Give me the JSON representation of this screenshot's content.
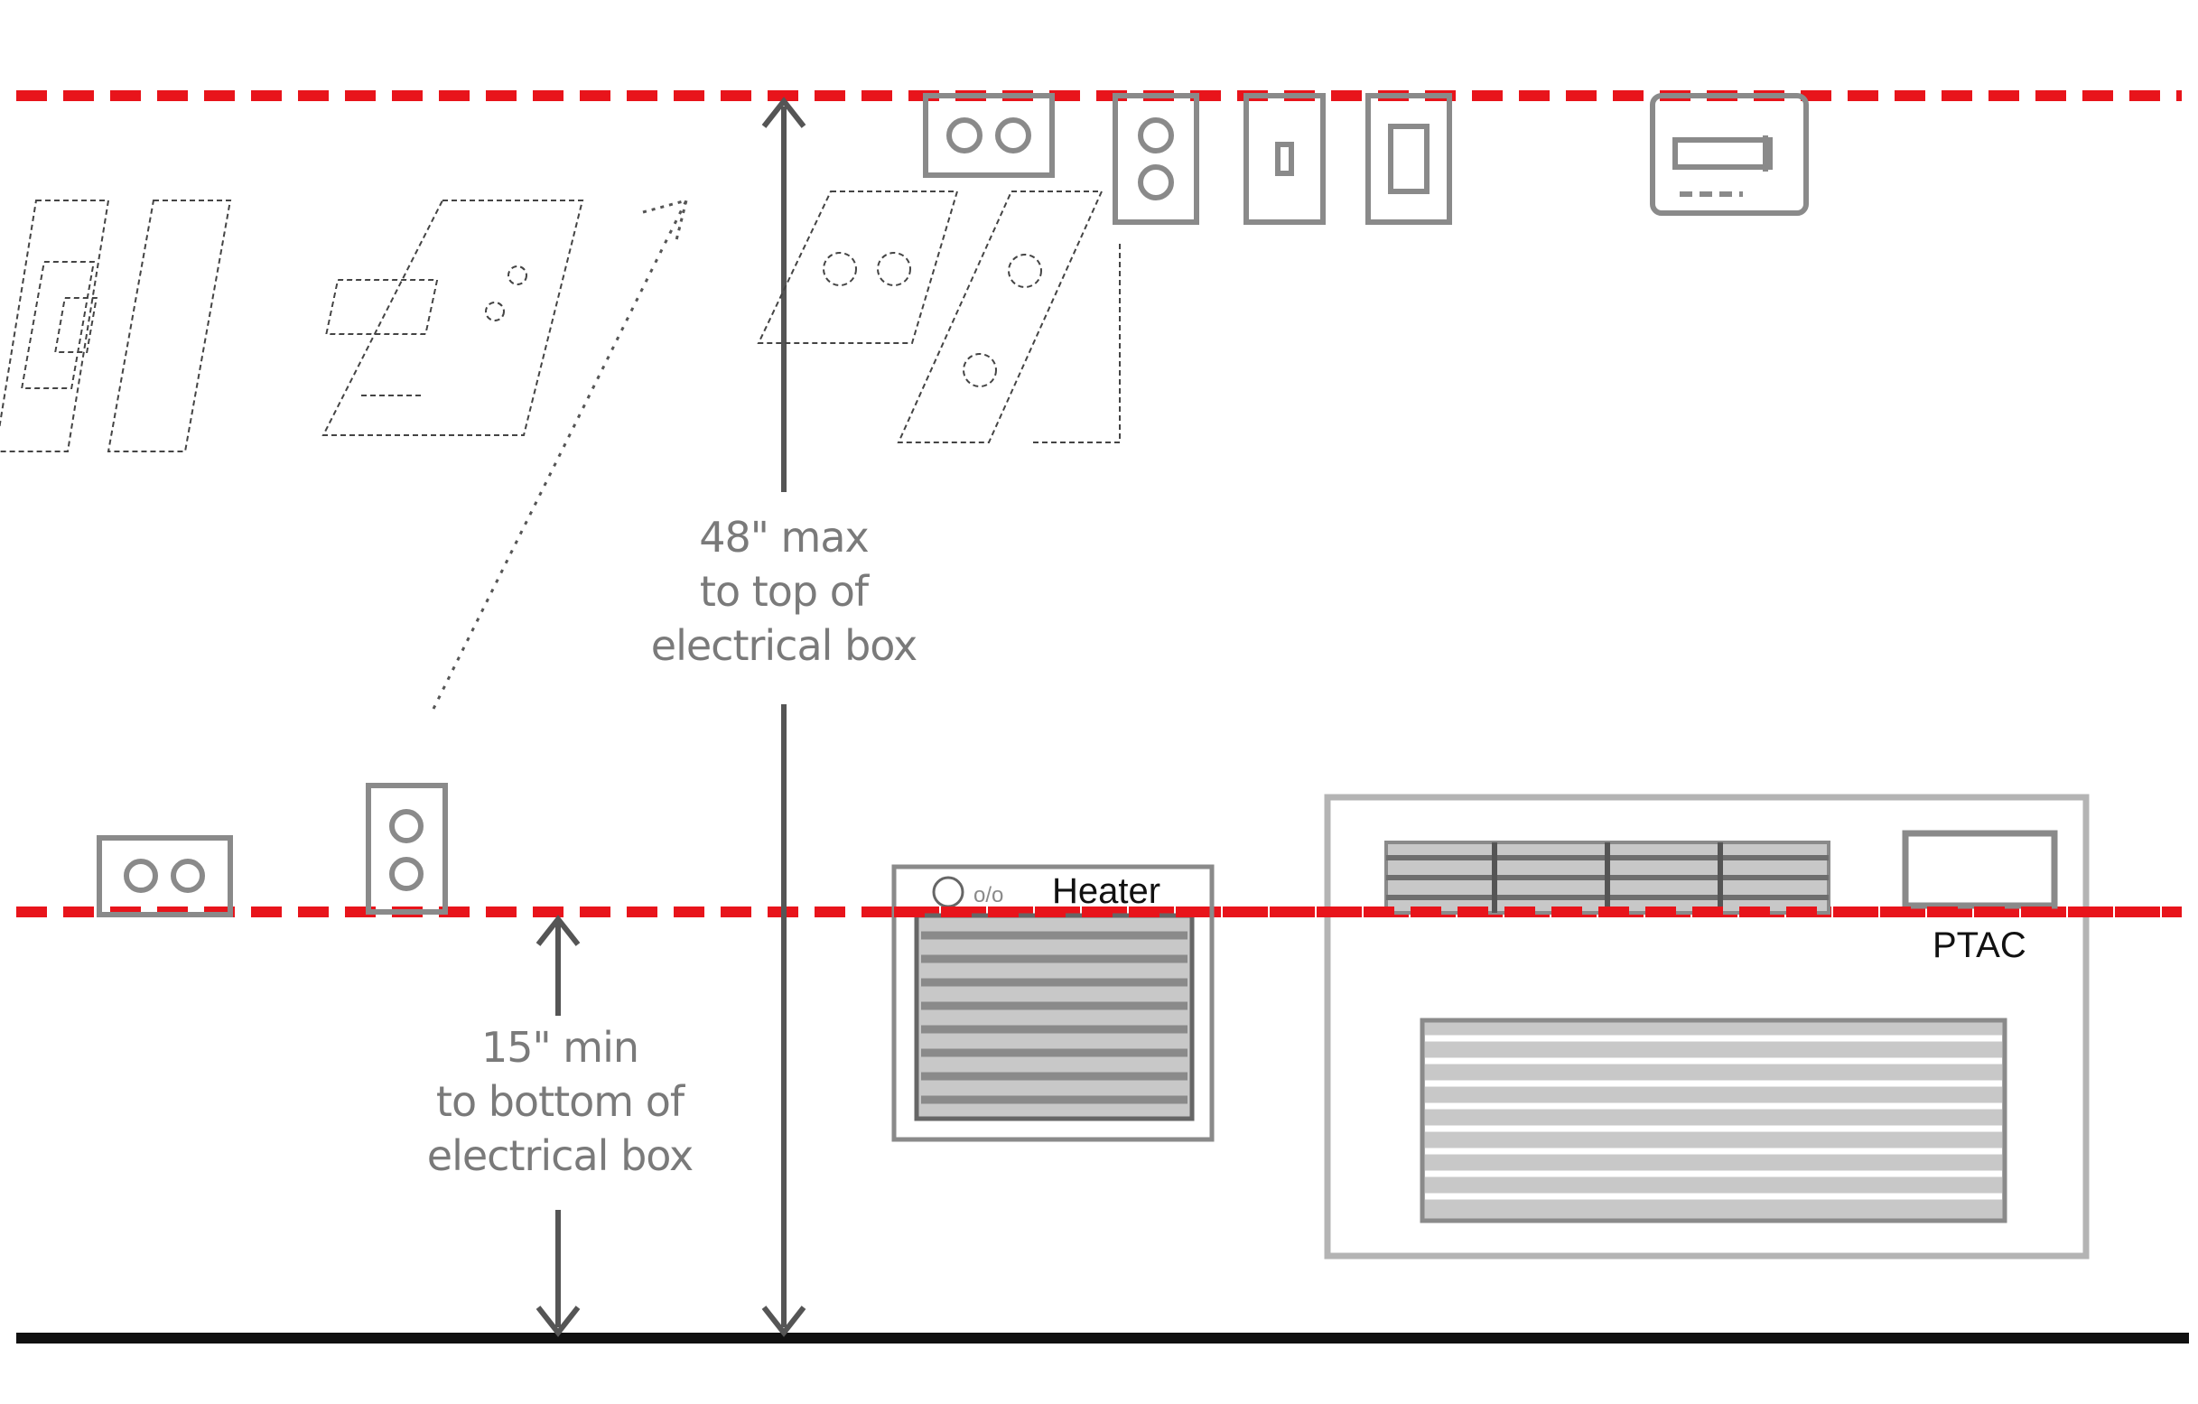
{
  "diagram": {
    "max_label": [
      "48\" max",
      "to top of",
      "electrical box"
    ],
    "min_label": [
      "15\" min",
      "to bottom of",
      "electrical box"
    ],
    "heater_label": "Heater",
    "heater_switch": "o/o",
    "ptac_label": "PTAC"
  },
  "colors": {
    "reach_line": "#e8141b",
    "dimension": "#555555",
    "device": "#8a8a8a",
    "floor": "#111111"
  }
}
